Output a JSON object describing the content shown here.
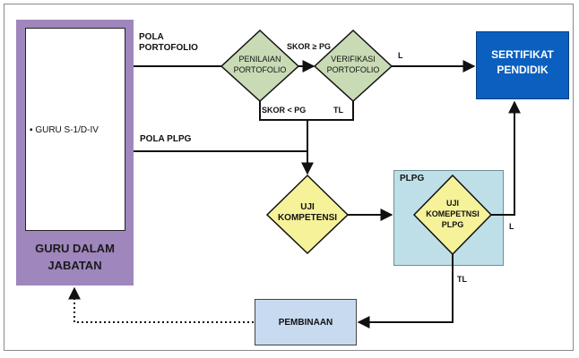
{
  "left_panel": {
    "bullet_text": "GURU S-1/D-IV",
    "title_line1": "GURU DALAM",
    "title_line2": "JABATAN"
  },
  "labels": {
    "pola_portofolio_line1": "POLA",
    "pola_portofolio_line2": "PORTOFOLIO",
    "pola_plpg": "POLA PLPG",
    "skor_ge_pg": "SKOR ≥ PG",
    "skor_lt_pg": "SKOR < PG",
    "tl_top": "TL",
    "l_top": "L",
    "l_plpg": "L",
    "tl_plpg": "TL"
  },
  "nodes": {
    "penilaian_line1": "PENILAIAN",
    "penilaian_line2": "PORTOFOLIO",
    "verifikasi_line1": "VERIFIKASI",
    "verifikasi_line2": "PORTOFOLIO",
    "uji_kompetensi_line1": "UJI",
    "uji_kompetensi_line2": "KOMPETENSI",
    "plpg_container_title": "PLPG",
    "uji_plpg_line1": "UJI",
    "uji_plpg_line2": "KOMEPETNSI",
    "uji_plpg_line3": "PLPG",
    "sertifikat_line1": "SERTIFIKAT",
    "sertifikat_line2": "PENDIDIK",
    "pembinaan": "PEMBINAAN"
  },
  "colors": {
    "green_diamond": "#c9dbb5",
    "yellow_diamond": "#f6f29a",
    "certificate": "#0b5fbf",
    "plpg_box": "#bfdfe8",
    "pembinaan": "#c8daf0",
    "guru_panel": "#9f86bd"
  }
}
